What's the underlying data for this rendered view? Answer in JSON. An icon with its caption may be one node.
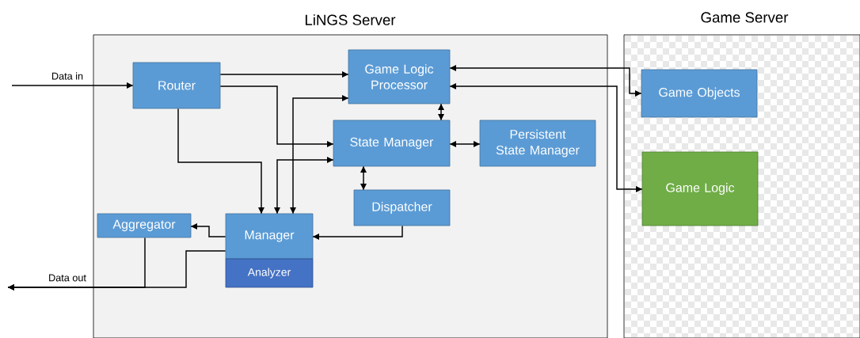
{
  "diagram": {
    "nodes": [
      {
        "text": [
          "LiNGS Server"
        ]
      },
      {
        "text": [
          "Game Server"
        ]
      },
      {
        "text": [
          "Router"
        ],
        "in": 0
      },
      {
        "text": [
          "Game Logic Processor"
        ],
        "in": 0
      },
      {
        "text": [
          "State Manager"
        ],
        "in": 0
      },
      {
        "text": [
          "Persistent State Manager"
        ],
        "in": 0
      },
      {
        "text": [
          "Dispatcher"
        ],
        "in": 0
      },
      {
        "text": [
          "Aggregator"
        ],
        "in": 0
      },
      {
        "text": [
          "Manager"
        ],
        "in": 0
      },
      {
        "text": [
          "Analyzer"
        ],
        "in": 0
      },
      {
        "text": [
          "Game Objects"
        ],
        "in": 1
      },
      {
        "text": [
          "Game Logic"
        ],
        "in": 1
      }
    ],
    "edges": [
      {
        "from": null,
        "to": 2,
        "arrow": "to",
        "label": "Data in"
      },
      {
        "from": 2,
        "to": 3,
        "arrow": "to"
      },
      {
        "from": 2,
        "to": 4,
        "arrow": "to"
      },
      {
        "from": 2,
        "to": 8,
        "arrow": "to"
      },
      {
        "from": 8,
        "to": 3,
        "arrow": "both"
      },
      {
        "from": 8,
        "to": 4,
        "arrow": "both"
      },
      {
        "from": 3,
        "to": 4,
        "arrow": "both"
      },
      {
        "from": 4,
        "to": 5,
        "arrow": "both"
      },
      {
        "from": 4,
        "to": 6,
        "arrow": "both"
      },
      {
        "from": 6,
        "to": 8,
        "arrow": "to"
      },
      {
        "from": 8,
        "to": 7,
        "arrow": "to"
      },
      {
        "from": 3,
        "to": 10,
        "arrow": "both"
      },
      {
        "from": 3,
        "to": 11,
        "arrow": "both"
      },
      {
        "from": 8,
        "to": null,
        "arrow": "to",
        "label": "Data out"
      },
      {
        "from": 7,
        "to": null,
        "arrow": "to"
      }
    ]
  }
}
